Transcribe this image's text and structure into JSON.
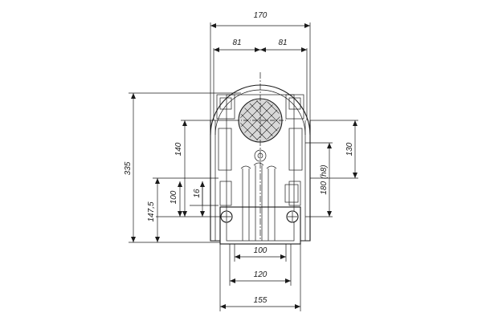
{
  "drawing": {
    "dimensions": {
      "top_overall": "170",
      "top_left_half": "81",
      "top_right_half": "81",
      "height_overall": "335",
      "height_140": "140",
      "height_1475": "147,5",
      "height_100": "100",
      "height_16": "16",
      "right_180": "180 (h8)",
      "right_130": "130",
      "bottom_100": "100",
      "bottom_120": "120",
      "bottom_155": "155"
    },
    "colors": {
      "line": "#1a1a1a",
      "hatch": "#c8c8c8",
      "background": "#ffffff"
    }
  }
}
